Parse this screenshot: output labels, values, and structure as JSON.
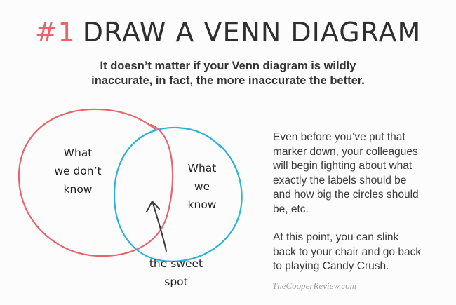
{
  "header": {
    "number": "#1",
    "title": "DRAW A VENN DIAGRAM",
    "subtitle_lines": [
      "It doesn’t matter if your Venn diagram is wildly",
      "inaccurate, in fact, the more inaccurate the better."
    ]
  },
  "diagram": {
    "left_circle": {
      "color": "#e8646a",
      "label_lines": [
        "What",
        "we don’t",
        "know"
      ]
    },
    "right_circle": {
      "color": "#2bb3d6",
      "label_lines": [
        "What",
        "we",
        "know"
      ]
    },
    "pointer": {
      "label_lines": [
        "the sweet",
        "spot"
      ]
    }
  },
  "body": {
    "paragraphs": [
      [
        "Even before you’ve put that",
        "marker down, your colleagues",
        "will begin fighting about what",
        "exactly the labels should be",
        "and how big the circles should",
        "be, etc."
      ],
      [
        "At this point, you can slink",
        "back to your chair and go back",
        "to playing Candy Crush."
      ]
    ]
  },
  "footer": {
    "credit": "TheCooperReview.com"
  }
}
